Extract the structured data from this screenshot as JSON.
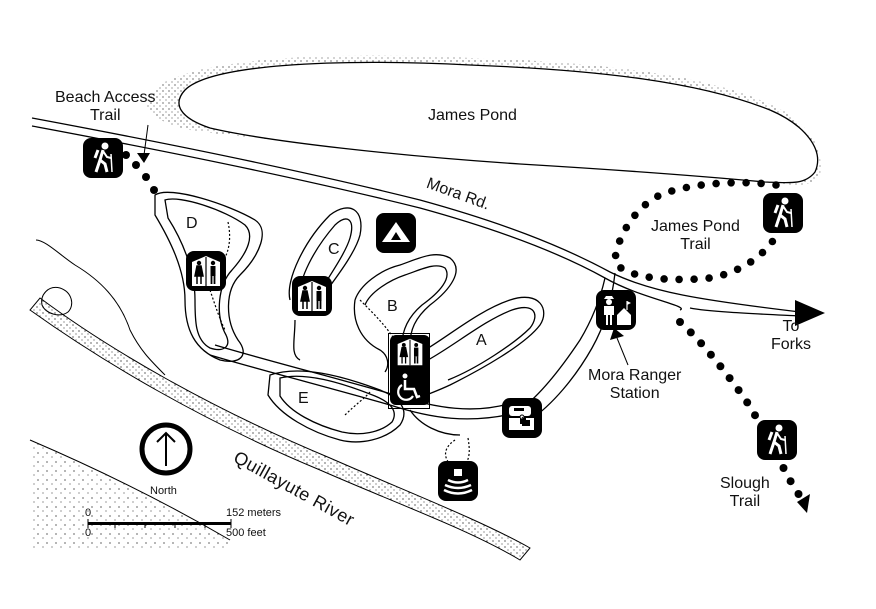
{
  "map": {
    "title_features": {
      "pond": "James Pond",
      "road": "Mora Rd.",
      "river": "Quillayute River"
    },
    "trails": [
      {
        "id": "beach-access",
        "label_line1": "Beach Access",
        "label_line2": "Trail"
      },
      {
        "id": "james-pond",
        "label_line1": "James Pond",
        "label_line2": "Trail"
      },
      {
        "id": "slough",
        "label_line1": "Slough",
        "label_line2": "Trail"
      }
    ],
    "places": {
      "ranger_station_line1": "Mora Ranger",
      "ranger_station_line2": "Station",
      "to_forks_line1": "To",
      "to_forks_line2": "Forks"
    },
    "loops": [
      "A",
      "B",
      "C",
      "D",
      "E"
    ],
    "icons": [
      {
        "name": "hiker-icon",
        "meaning": "Beach Access Trail trailhead"
      },
      {
        "name": "hiker-icon",
        "meaning": "James Pond Trail trailhead"
      },
      {
        "name": "hiker-icon",
        "meaning": "Slough Trail trailhead"
      },
      {
        "name": "campground-icon",
        "meaning": "Campground"
      },
      {
        "name": "restroom-icon",
        "meaning": "Restrooms (loop D)"
      },
      {
        "name": "restroom-icon",
        "meaning": "Restrooms (loop C)"
      },
      {
        "name": "restroom-icon",
        "meaning": "Restrooms (loop B)"
      },
      {
        "name": "accessible-icon",
        "meaning": "Wheelchair accessible"
      },
      {
        "name": "ranger-station-icon",
        "meaning": "Ranger station"
      },
      {
        "name": "rv-dump-station-icon",
        "meaning": "RV dump station"
      },
      {
        "name": "amphitheater-icon",
        "meaning": "Amphitheater"
      }
    ],
    "compass": {
      "label": "North"
    },
    "scale": {
      "metric_start": "0",
      "metric_end": "152 meters",
      "imperial_start": "0",
      "imperial_end": "500 feet"
    }
  }
}
